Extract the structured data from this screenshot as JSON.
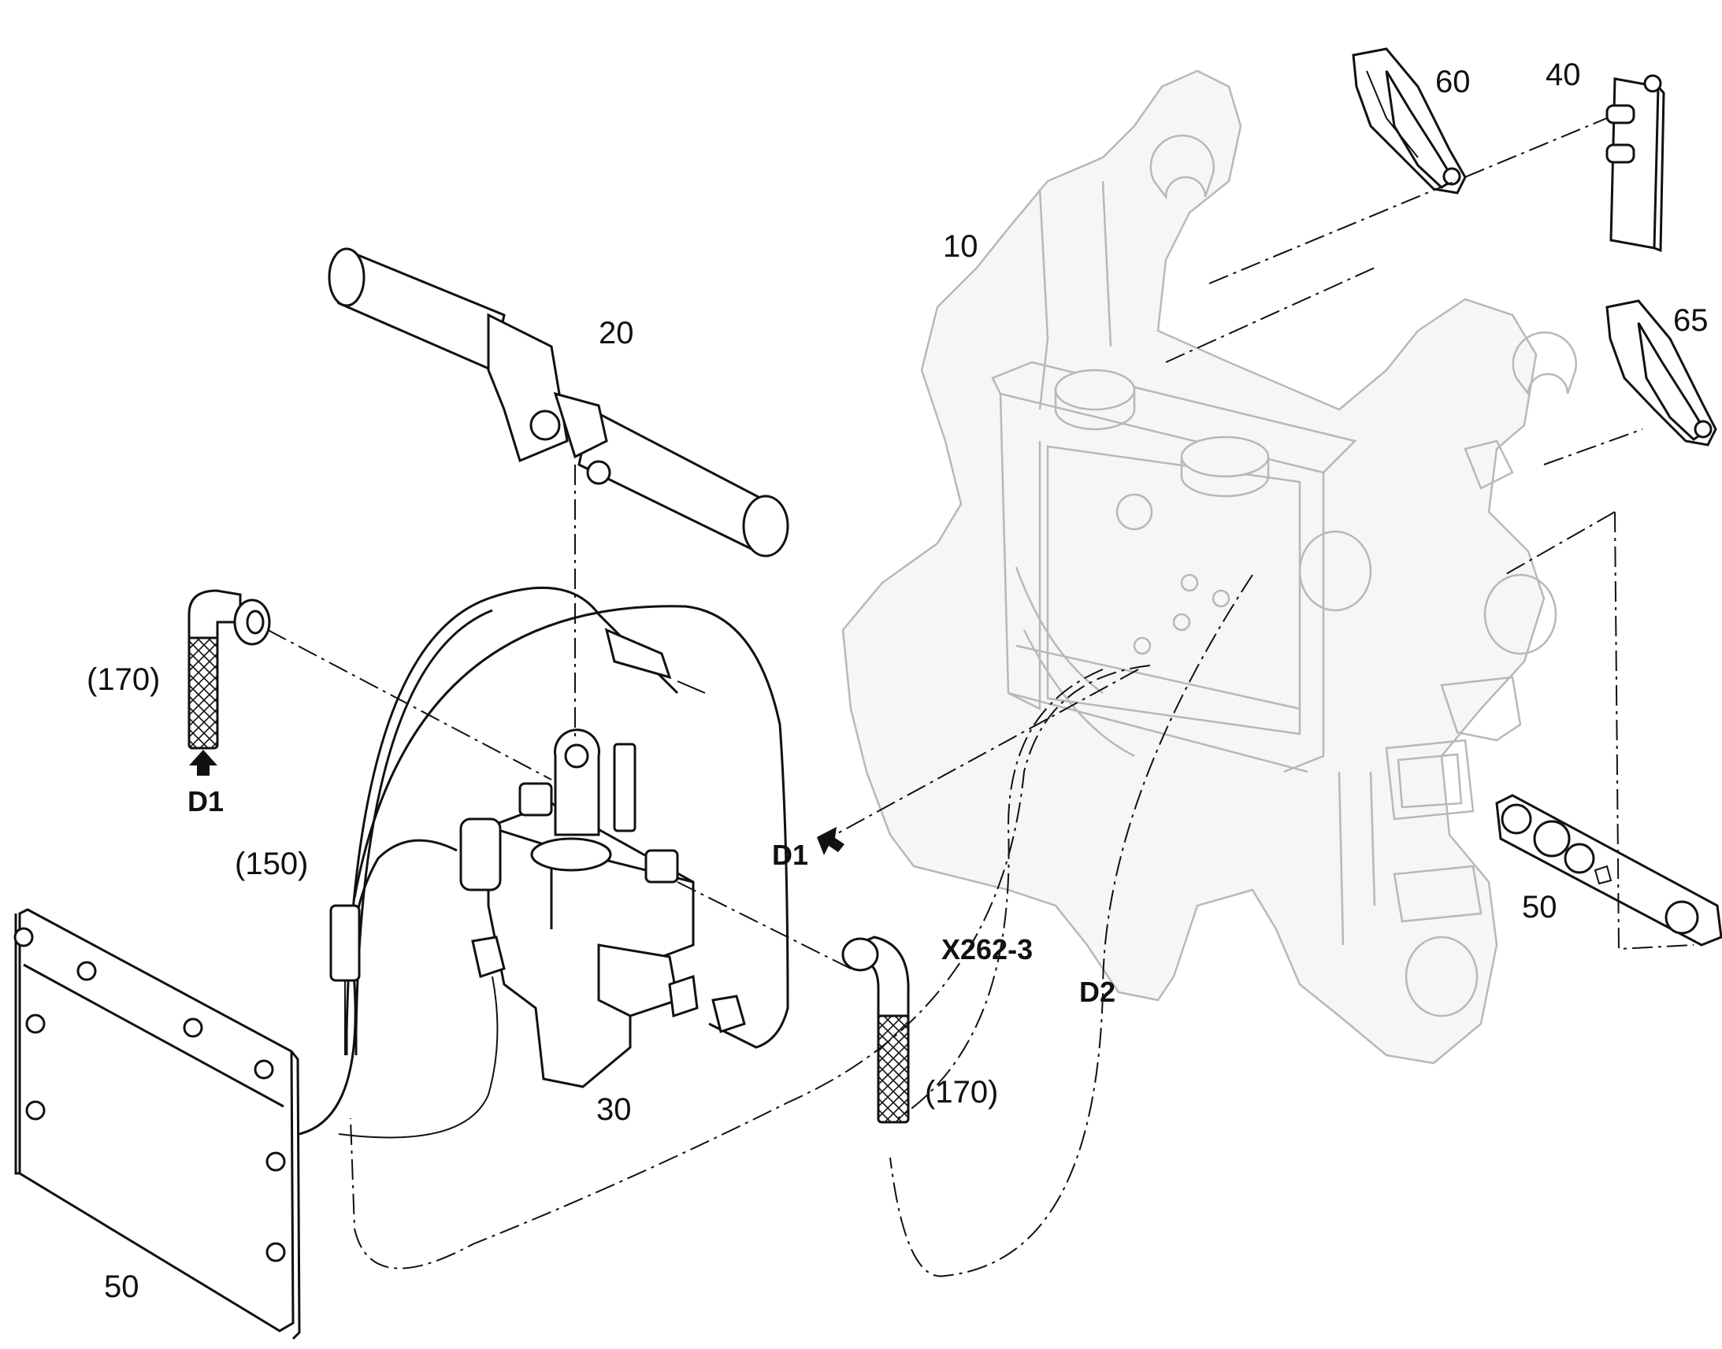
{
  "diagram": {
    "parts": {
      "p10": "10",
      "p20": "20",
      "p30": "30",
      "p40": "40",
      "p50_left": "50",
      "p50_right": "50",
      "p60": "60",
      "p65": "65",
      "p150": "(150)",
      "p170_left": "(170)",
      "p170_right": "(170)"
    },
    "ports": {
      "d1_left": "D1",
      "d1_mid": "D1",
      "d2": "D2",
      "connector": "X262-3"
    }
  }
}
